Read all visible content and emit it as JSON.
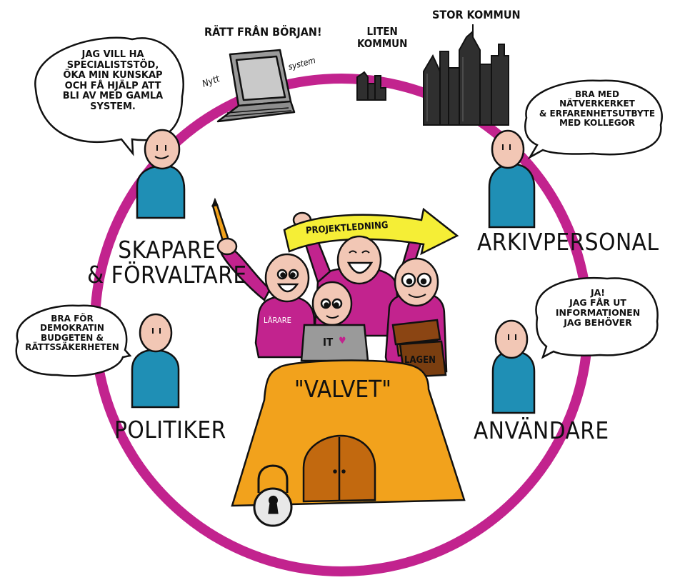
{
  "top": {
    "ratt_fran_borjan": "RÄTT FRÅN BÖRJAN!",
    "nytt": "Nytt",
    "system": "system",
    "liten_kommun": "LITEN\nKOMMUN",
    "stor_kommun": "STOR KOMMUN"
  },
  "roles": {
    "skapare": "SKAPARE\n& FÖRVALTARE",
    "arkivpersonal": "ARKIVPERSONAL",
    "politiker": "POLITIKER",
    "anvandare": "ANVÄNDARE"
  },
  "bubbles": {
    "skapare": "JAG VILL HA\nSPECIALISTSTÖD,\nÖKA MIN KUNSKAP\nOCH FÅ HJÄLP ATT\nBLI AV MED GAMLA\nSYSTEM.",
    "arkiv": "BRA MED\nNÄTVERKERKET\n& ERFARENHETSUTBYTE\nMED KOLLEGOR",
    "politiker": "BRA FÖR\nDEMOKRATIN\nBUDGETEN &\nRÄTTSSÄKERHETEN",
    "anvandare": "JA!\nJAG FÅR UT\nINFORMATIONEN\nJAG BEHÖVER"
  },
  "center": {
    "projektledning": "PROJEKTLEDNING",
    "larare": "LÄRARE",
    "it": "IT",
    "lagen": "LAGEN",
    "valvet": "\"VALVET\""
  },
  "colors": {
    "ring": "#c2238e",
    "magenta": "#c2238e",
    "teal": "#1f8fb5",
    "skin": "#f2c7b5",
    "vault": "#f2a21c",
    "door": "#c2690f",
    "arrow": "#f5ee36",
    "city": "#2f2f2f"
  }
}
